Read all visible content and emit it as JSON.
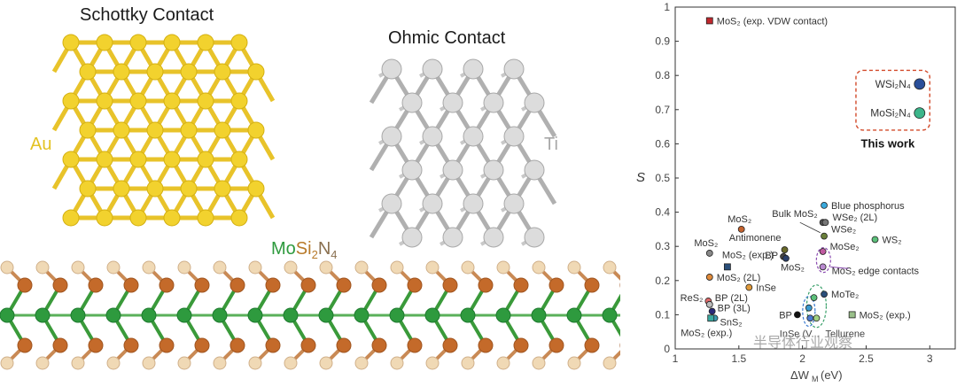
{
  "illustration": {
    "schottky_title": "Schottky Contact",
    "ohmic_title": "Ohmic Contact",
    "au_label": "Au",
    "ti_label": "Ti",
    "formula": {
      "mo": "Mo",
      "si": "Si",
      "si_sub": "2",
      "n": "N",
      "n_sub": "4"
    },
    "colors": {
      "au": "#f2d22e",
      "ti": "#dcdcdc",
      "mo": "#2e9a3e",
      "si": "#c46a2a",
      "n": "#f0d9b5"
    }
  },
  "chart_data": {
    "type": "scatter",
    "xlabel": "ΔW",
    "xlabel_sub": "M",
    "xlabel_unit": "(eV)",
    "ylabel": "S",
    "xlim": [
      1,
      3.2
    ],
    "ylim": [
      0,
      1
    ],
    "xticks": [
      1,
      1.5,
      2,
      2.5,
      3
    ],
    "xtick_labels": [
      "1",
      "1.5",
      "2",
      "2.5",
      "3"
    ],
    "yticks": [
      0,
      0.1,
      0.2,
      0.3,
      0.4,
      0.5,
      0.6,
      0.7,
      0.8,
      0.9,
      1
    ],
    "ytick_labels": [
      "0",
      "0.1",
      "0.2",
      "0.3",
      "0.4",
      "0.5",
      "0.6",
      "0.7",
      "0.8",
      "0.9",
      "1"
    ],
    "grid": false,
    "points": [
      {
        "label": "MoS₂ (exp. VDW contact)",
        "x": 1.27,
        "y": 0.96,
        "color": "#c0272d",
        "shape": "square"
      },
      {
        "label": "WSi₂N₄",
        "x": 2.92,
        "y": 0.775,
        "color": "#2a4f9a",
        "shape": "circle-large"
      },
      {
        "label": "MoSi₂N₄",
        "x": 2.92,
        "y": 0.69,
        "color": "#3cb58a",
        "shape": "circle-large"
      },
      {
        "label": "Blue phosphorus",
        "x": 2.17,
        "y": 0.42,
        "color": "#3aa9dc",
        "shape": "circle"
      },
      {
        "label": "MoS₂",
        "x": 1.52,
        "y": 0.35,
        "color": "#c4622d",
        "shape": "circle"
      },
      {
        "label": "Bulk MoS₂",
        "x": 2.16,
        "y": 0.37,
        "color": "#555555",
        "shape": "circle"
      },
      {
        "label": "WSe₂ (2L)",
        "x": 2.18,
        "y": 0.37,
        "color": "#777777",
        "shape": "circle"
      },
      {
        "label": "WSe₂",
        "x": 2.17,
        "y": 0.33,
        "color": "#6a7f3a",
        "shape": "circle"
      },
      {
        "label": "WS₂",
        "x": 2.57,
        "y": 0.32,
        "color": "#5cc07a",
        "shape": "circle"
      },
      {
        "label": "MoS₂",
        "x": 1.27,
        "y": 0.28,
        "color": "#888888",
        "shape": "circle"
      },
      {
        "label": "MoS₂ (exp.)",
        "x": 1.41,
        "y": 0.24,
        "color": "#2a4f7a",
        "shape": "square"
      },
      {
        "label": "Antimonene",
        "x": 1.86,
        "y": 0.29,
        "color": "#6a6a2a",
        "shape": "circle"
      },
      {
        "label": "BP",
        "x": 1.85,
        "y": 0.27,
        "color": "#444444",
        "shape": "circle"
      },
      {
        "label": "MoS₂",
        "x": 1.87,
        "y": 0.265,
        "color": "#2a3f6a",
        "shape": "circle"
      },
      {
        "label": "MoSe₂",
        "x": 2.16,
        "y": 0.285,
        "color": "#c05aa0",
        "shape": "circle"
      },
      {
        "label": "MoS₂ edge contacts",
        "x": 2.16,
        "y": 0.24,
        "color": "#b98ad0",
        "shape": "circle"
      },
      {
        "label": "MoS₂ (2L)",
        "x": 1.27,
        "y": 0.21,
        "color": "#e08a3a",
        "shape": "circle"
      },
      {
        "label": "InSe",
        "x": 1.58,
        "y": 0.18,
        "color": "#e09a3a",
        "shape": "circle"
      },
      {
        "label": "MoTe₂",
        "x": 2.17,
        "y": 0.16,
        "color": "#2a4f7a",
        "shape": "circle"
      },
      {
        "label": "ReS₂",
        "x": 1.26,
        "y": 0.14,
        "color": "#e06a6a",
        "shape": "circle"
      },
      {
        "label": "BP (2L)",
        "x": 1.27,
        "y": 0.13,
        "color": "#bbbbbb",
        "shape": "circle"
      },
      {
        "label": "BP (3L)",
        "x": 1.29,
        "y": 0.11,
        "color": "#2a2a7a",
        "shape": "circle"
      },
      {
        "label": "SnS₂",
        "x": 1.31,
        "y": 0.09,
        "color": "#3a9ab0",
        "shape": "circle"
      },
      {
        "label": "MoS₂ (exp.)",
        "x": 1.28,
        "y": 0.09,
        "color": "#3aa9a0",
        "shape": "square"
      },
      {
        "label": "BP",
        "x": 1.96,
        "y": 0.1,
        "color": "#111111",
        "shape": "circle"
      },
      {
        "label": "MoS₂ (exp.)",
        "x": 2.39,
        "y": 0.1,
        "color": "#9ac08a",
        "shape": "square"
      },
      {
        "label": "",
        "x": 2.09,
        "y": 0.15,
        "color": "#5cc07a",
        "shape": "circle"
      },
      {
        "label": "",
        "x": 2.05,
        "y": 0.12,
        "color": "#3a9ad0",
        "shape": "circle"
      },
      {
        "label": "",
        "x": 2.06,
        "y": 0.09,
        "color": "#4a7ad0",
        "shape": "circle"
      },
      {
        "label": "",
        "x": 2.11,
        "y": 0.09,
        "color": "#a0d080",
        "shape": "circle"
      }
    ],
    "annotations": {
      "this_work": "This work",
      "partial_labels": [
        "InSe (V...",
        "Tellurene"
      ]
    }
  },
  "watermark": "半导体行业观察"
}
